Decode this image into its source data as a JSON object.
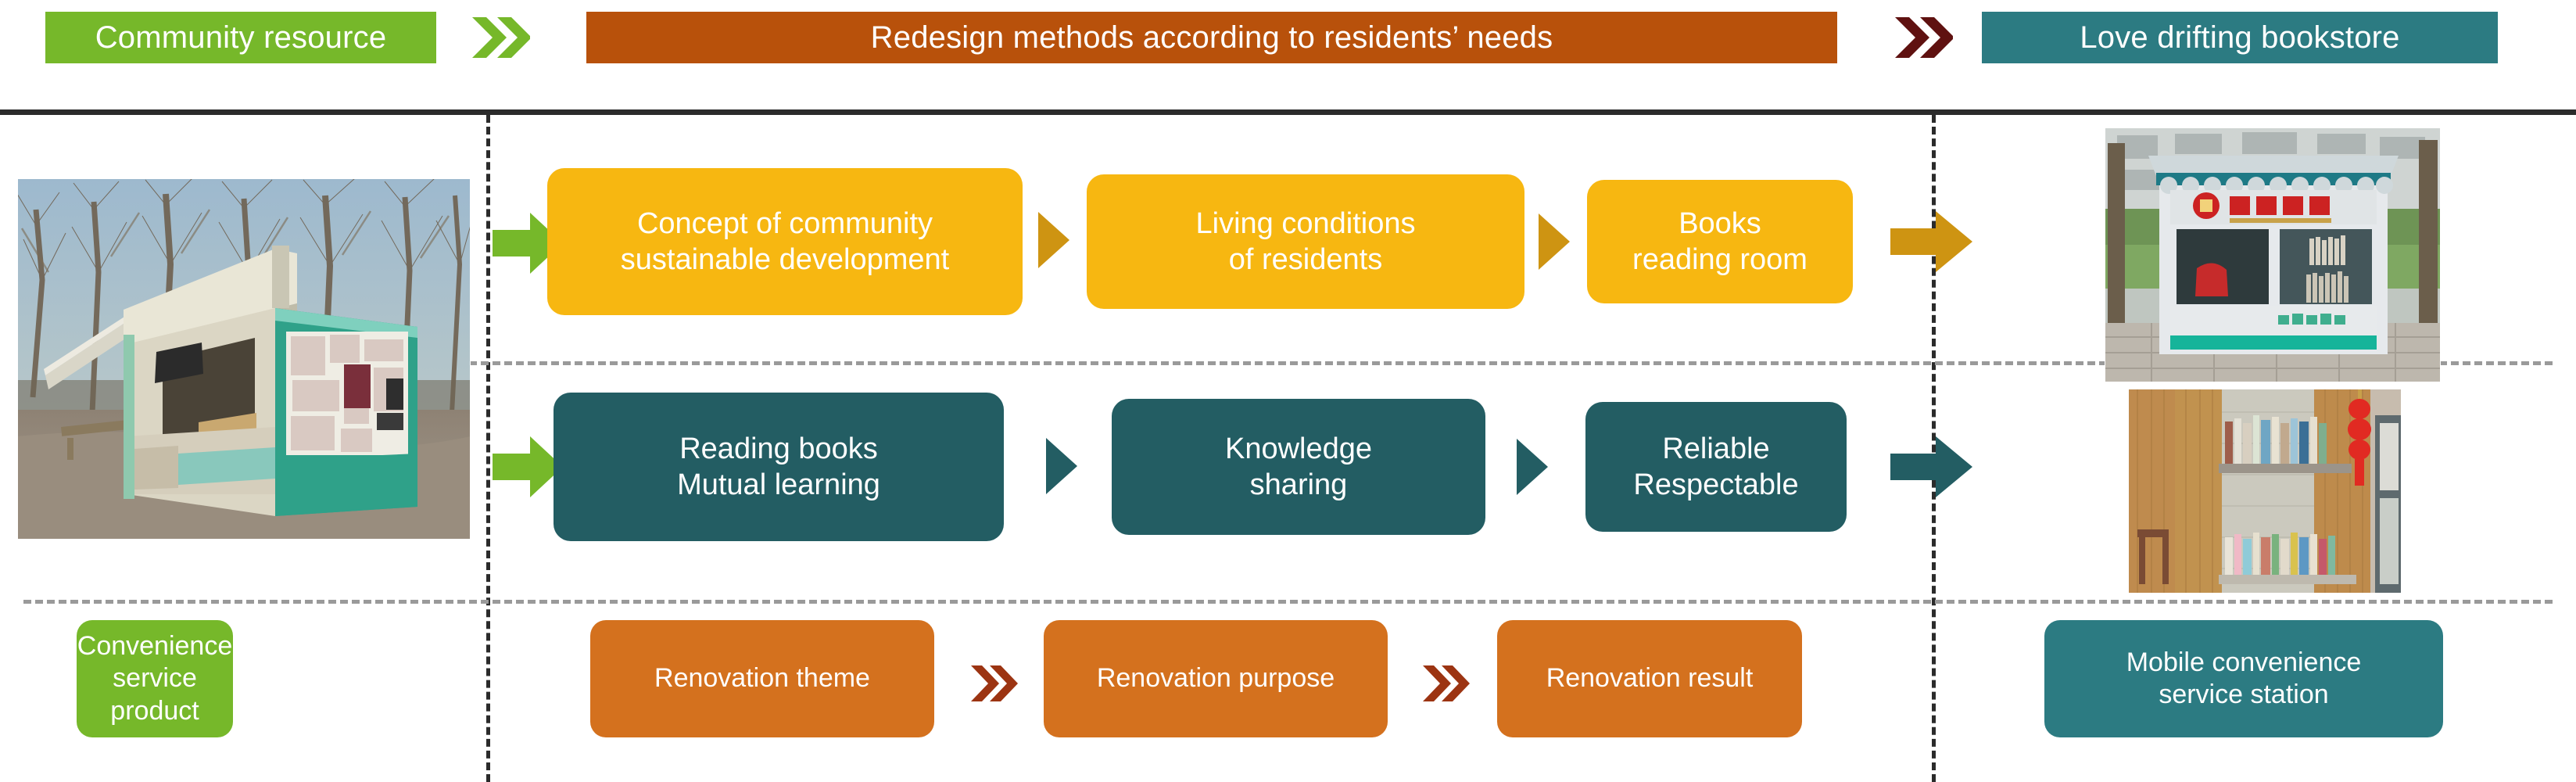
{
  "header": {
    "items": [
      {
        "id": "community-resource",
        "label": "Community resource",
        "color": "#76B82A"
      },
      {
        "id": "redesign-methods",
        "label": "Redesign methods according to residents’ needs",
        "color": "#B8510B"
      },
      {
        "id": "love-drifting-bookstore",
        "label": "Love drifting bookstore",
        "color": "#2C7B82"
      }
    ],
    "separators": [
      {
        "id": "chevron-green",
        "icon": "double-chevron-right-icon",
        "color": "#76B82A"
      },
      {
        "id": "chevron-maroon",
        "icon": "double-chevron-right-icon",
        "color": "#5F1110"
      }
    ]
  },
  "photos": {
    "before": {
      "name": "old-kiosk-photo",
      "alt": "Weathered green community kiosk on dirt ground among bare trees"
    },
    "after_exterior": {
      "name": "renovated-kiosk-photo",
      "alt": "Renovated white and teal bookstore kiosk with red Chinese signage"
    },
    "after_interior": {
      "name": "bookshelf-interior-photo",
      "alt": "Interior wooden bookshelves filled with books and red hanging lanterns"
    }
  },
  "rows": {
    "theme_row": {
      "accent": "#F7B711",
      "entry_arrow": {
        "name": "green-arrow-right-icon",
        "color": "#76B82A"
      },
      "exit_arrow": {
        "name": "amber-arrow-right-icon",
        "color": "#CE9412"
      },
      "connectors": {
        "name": "amber-triangle-right-icon",
        "color": "#CE9412"
      },
      "boxes": [
        {
          "id": "concept-of-community-sustainable-development",
          "lines": [
            "Concept of community",
            "sustainable development"
          ]
        },
        {
          "id": "living-conditions-of-residents",
          "lines": [
            "Living conditions",
            "of residents"
          ]
        },
        {
          "id": "books-reading-room",
          "lines": [
            "Books",
            "reading room"
          ]
        }
      ]
    },
    "purpose_row": {
      "accent": "#235D63",
      "entry_arrow": {
        "name": "green-arrow-right-icon",
        "color": "#76B82A"
      },
      "exit_arrow": {
        "name": "teal-arrow-right-icon",
        "color": "#235D63"
      },
      "connectors": {
        "name": "teal-triangle-right-icon",
        "color": "#235D63"
      },
      "boxes": [
        {
          "id": "reading-books-mutual-learning",
          "lines": [
            "Reading books",
            "Mutual learning"
          ]
        },
        {
          "id": "knowledge-sharing",
          "lines": [
            "Knowledge",
            "sharing"
          ]
        },
        {
          "id": "reliable-respectable",
          "lines": [
            "Reliable",
            "Respectable"
          ]
        }
      ]
    },
    "label_row": {
      "left": {
        "id": "convenience-service-product",
        "lines": [
          "Convenience",
          "service product"
        ],
        "color": "#76B82A"
      },
      "middle": {
        "accent": "#D4711E",
        "chevron": {
          "name": "double-chevron-right-icon",
          "color": "#9C3412"
        },
        "boxes": [
          {
            "id": "renovation-theme",
            "lines": [
              "Renovation theme"
            ]
          },
          {
            "id": "renovation-purpose",
            "lines": [
              "Renovation purpose"
            ]
          },
          {
            "id": "renovation-result",
            "lines": [
              "Renovation result"
            ]
          }
        ]
      },
      "right": {
        "id": "mobile-convenience-service-station",
        "lines": [
          "Mobile convenience",
          "service station"
        ],
        "color": "#2C7B82"
      }
    }
  },
  "guides": {
    "top_rule_color": "#2B2B2B",
    "vertical_dash_color": "#2B2B2B",
    "horizontal_dash_color": "#9A9A9A"
  }
}
